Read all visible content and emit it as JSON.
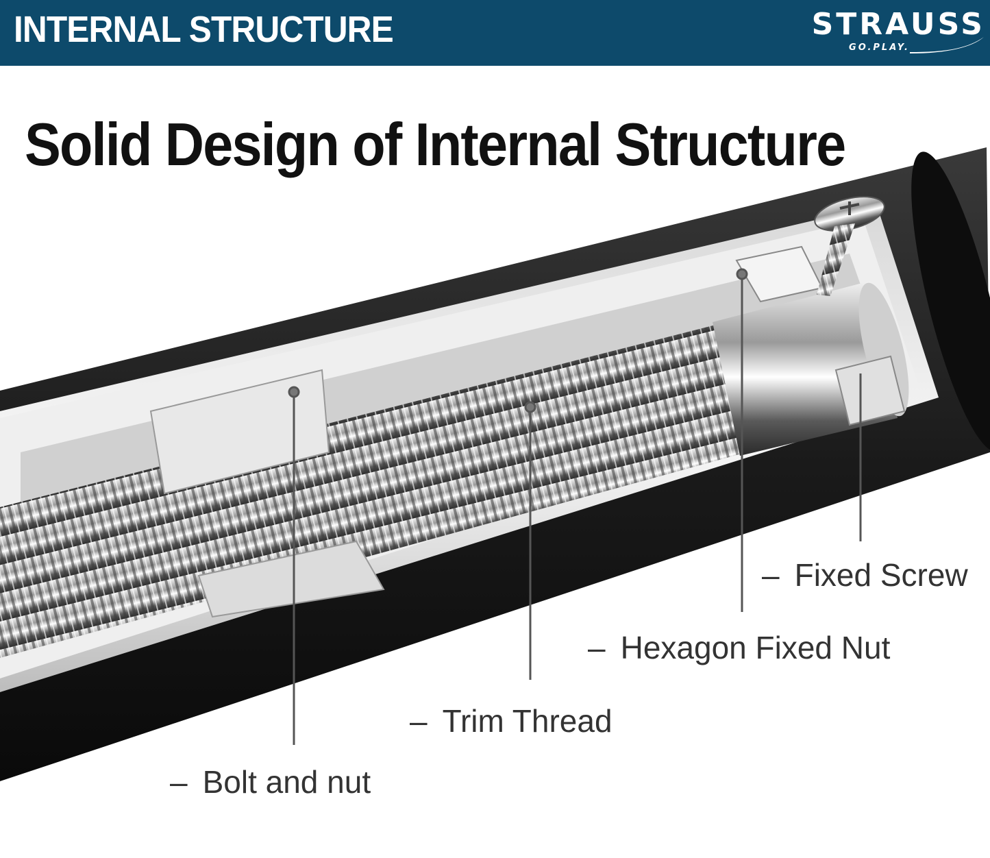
{
  "banner": {
    "title": "INTERNAL STRUCTURE",
    "background_color": "#0d4a6b"
  },
  "brand": {
    "name": "STRAUSS",
    "tagline": "GO.PLAY.",
    "icon": "strauss-logo"
  },
  "heading": "Solid Design of Internal Structure",
  "callouts": [
    {
      "dash": "–",
      "label": "Fixed Screw"
    },
    {
      "dash": "–",
      "label": "Hexagon Fixed Nut"
    },
    {
      "dash": "–",
      "label": "Trim Thread"
    },
    {
      "dash": "–",
      "label": "Bolt and nut"
    }
  ],
  "colors": {
    "foam": "#1a1a1a",
    "metal": "#b8b8b8",
    "metal_light": "#e6e6e6",
    "leader_line": "#555555"
  }
}
